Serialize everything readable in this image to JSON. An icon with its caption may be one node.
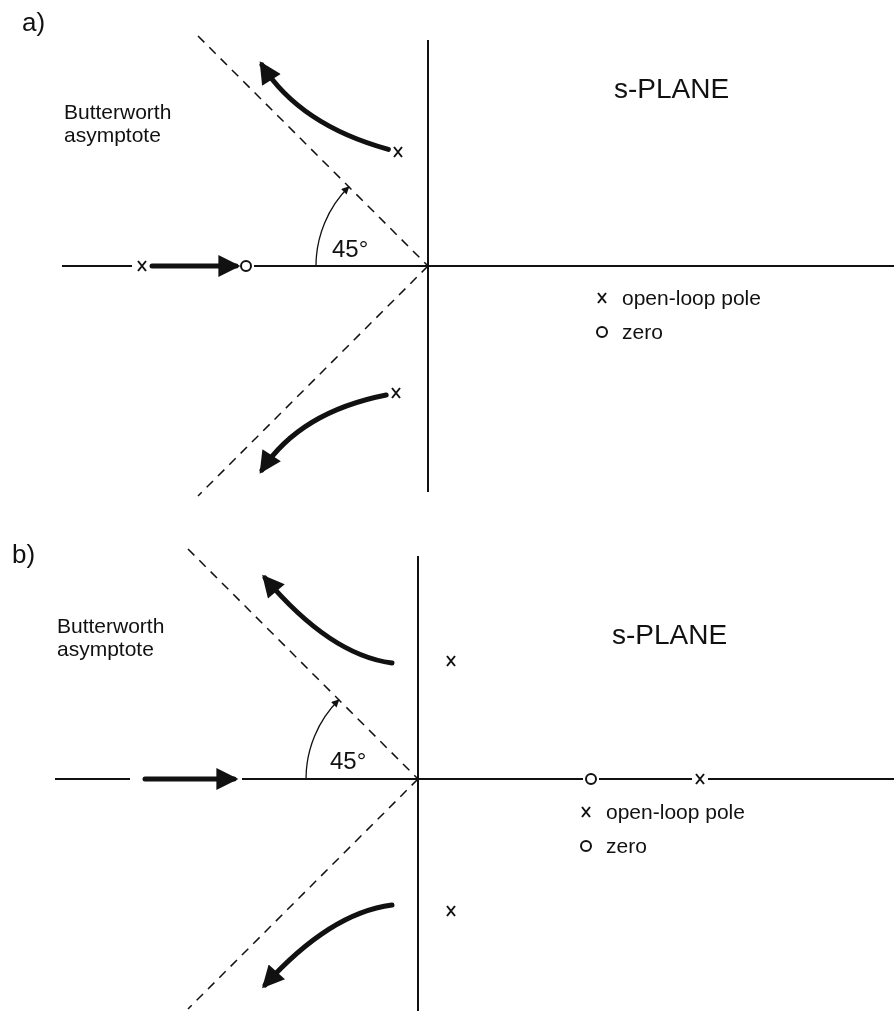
{
  "diagram": {
    "nodes": [
      {
        "text": [],
        "shape": "cross"
      },
      {
        "text": [],
        "shape": "cross"
      },
      {
        "text": [],
        "shape": "circle"
      },
      {
        "text": [],
        "shape": "cross"
      },
      {
        "text": [],
        "shape": "cross"
      },
      {
        "text": [],
        "shape": "circle"
      },
      {
        "text": [],
        "shape": "cross"
      },
      {
        "text": [],
        "shape": "cross"
      }
    ],
    "edges": [
      {
        "from": 0,
        "to": null,
        "arrow": "to"
      },
      {
        "from": 1,
        "to": 2,
        "arrow": "to"
      },
      {
        "from": 3,
        "to": null,
        "arrow": "to"
      }
    ],
    "labels": [
      "a)",
      "s-PLANE",
      "Butterworth asymptote",
      "45°",
      "b)",
      "s-PLANE",
      "Butterworth asymptote",
      "45°"
    ],
    "legend": [
      {
        "text": "open-loop pole"
      },
      {
        "text": "zero"
      },
      {
        "text": "open-loop pole"
      },
      {
        "text": "zero"
      }
    ]
  }
}
